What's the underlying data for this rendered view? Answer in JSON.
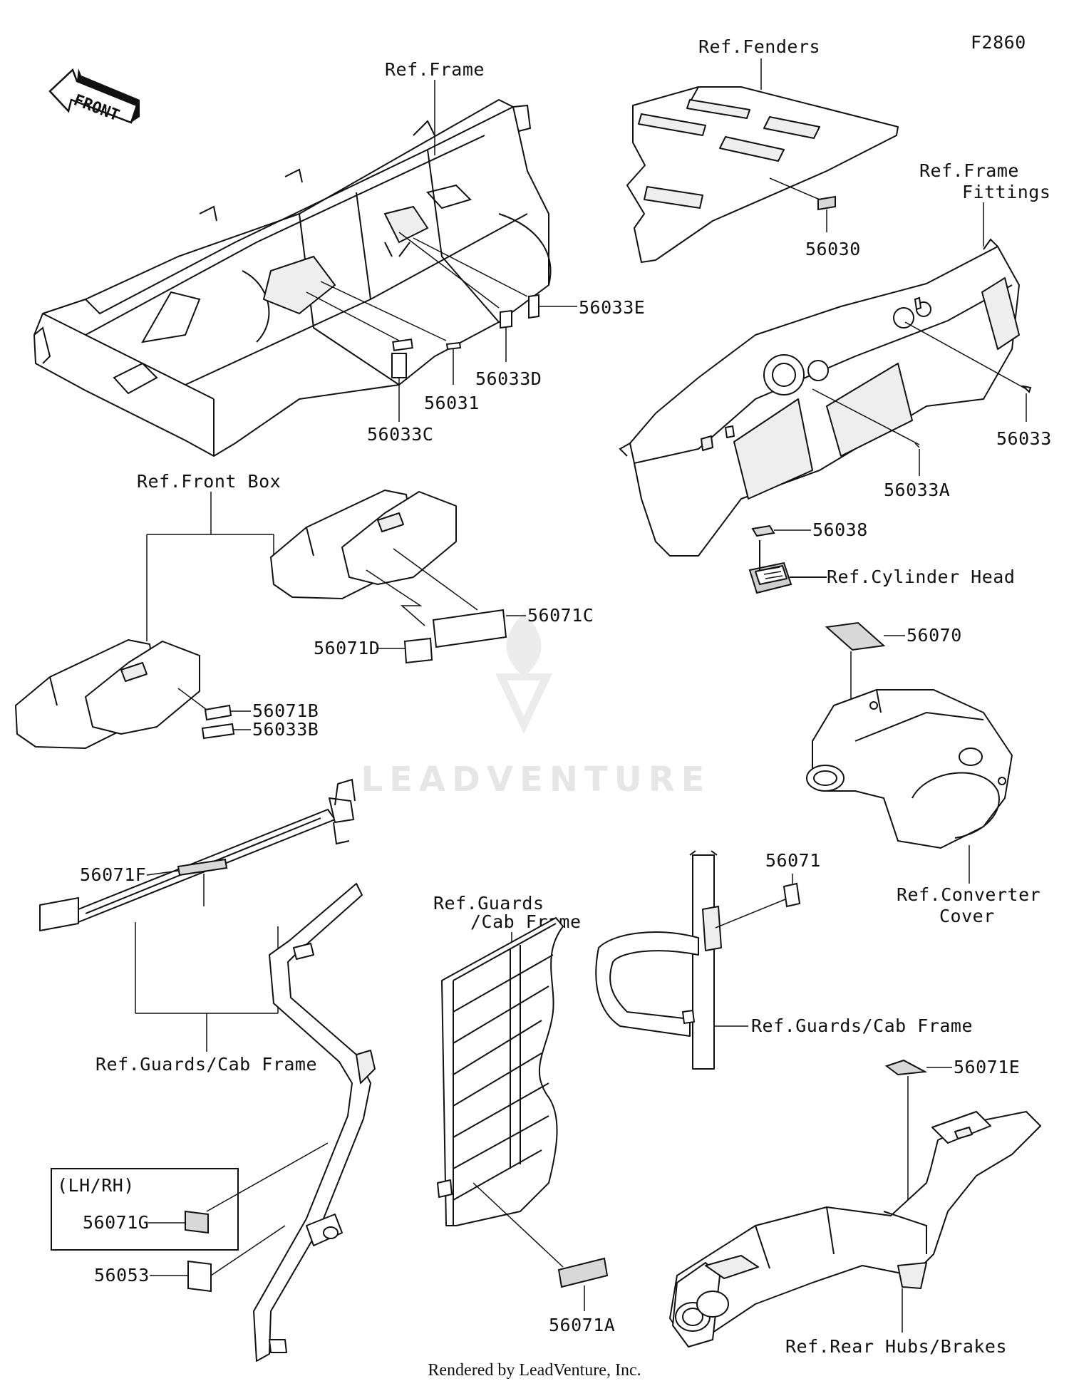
{
  "diagram_id": "F2860",
  "front_arrow_label": "FRONT",
  "watermark": "LEADVENTURE",
  "credit": "Rendered by LeadVenture, Inc.",
  "refs": {
    "frame": "Ref.Frame",
    "fenders": "Ref.Fenders",
    "frame_fittings_1": "Ref.Frame",
    "frame_fittings_2": "Fittings",
    "front_box": "Ref.Front Box",
    "cylinder_head": "Ref.Cylinder Head",
    "converter_cover_1": "Ref.Converter",
    "converter_cover_2": "Cover",
    "guards_cab_frame_left": "Ref.Guards/Cab Frame",
    "guards_cab_frame_mid_1": "Ref.Guards",
    "guards_cab_frame_mid_2": "/Cab Frame",
    "guards_cab_frame_right": "Ref.Guards/Cab Frame",
    "rear_hubs_brakes": "Ref.Rear Hubs/Brakes"
  },
  "lh_rh": "(LH/RH)",
  "parts": {
    "p56030": "56030",
    "p56031": "56031",
    "p56033": "56033",
    "p56033A": "56033A",
    "p56033B": "56033B",
    "p56033C": "56033C",
    "p56033D": "56033D",
    "p56033E": "56033E",
    "p56038": "56038",
    "p56053": "56053",
    "p56070": "56070",
    "p56071": "56071",
    "p56071A": "56071A",
    "p56071B": "56071B",
    "p56071C": "56071C",
    "p56071D": "56071D",
    "p56071E": "56071E",
    "p56071F": "56071F",
    "p56071G": "56071G"
  }
}
